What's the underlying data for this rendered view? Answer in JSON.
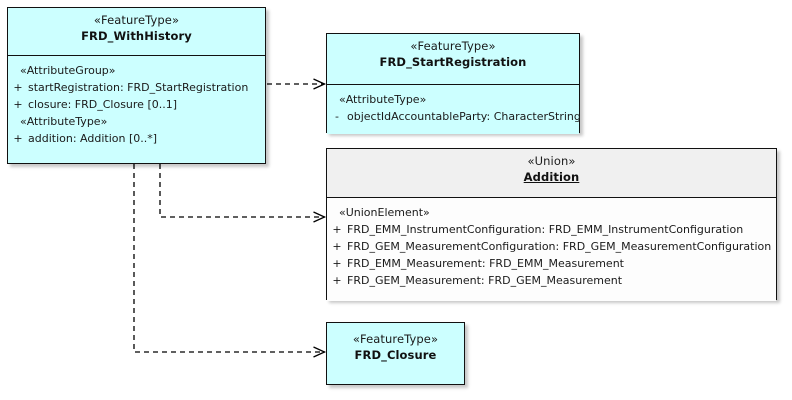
{
  "diagram": {
    "title": "FRD_WithHistory UML class diagram",
    "type": "uml-class-diagram",
    "background": "#ffffff",
    "colors": {
      "feature_type_fill": "#ccffff",
      "union_header_fill": "#f0f0f0",
      "union_body_fill": "#fdfdfd",
      "border": "#111111",
      "text": "#1a1a1a",
      "connector": "#000000"
    }
  },
  "classes": {
    "frd_with_history": {
      "stereotype": "«FeatureType»",
      "name": "FRD_WithHistory",
      "groups": [
        {
          "label": "«AttributeGroup»",
          "attributes": [
            {
              "visibility": "+",
              "text": "startRegistration: FRD_StartRegistration"
            },
            {
              "visibility": "+",
              "text": "closure: FRD_Closure [0..1]"
            }
          ]
        },
        {
          "label": "«AttributeType»",
          "attributes": [
            {
              "visibility": "+",
              "text": "addition: Addition [0..*]"
            }
          ]
        }
      ]
    },
    "frd_start_registration": {
      "stereotype": "«FeatureType»",
      "name": "FRD_StartRegistration",
      "groups": [
        {
          "label": "«AttributeType»",
          "attributes": [
            {
              "visibility": "-",
              "text": "objectIdAccountableParty: CharacterString"
            }
          ]
        }
      ]
    },
    "addition": {
      "stereotype": "«Union»",
      "name": "Addition",
      "groups": [
        {
          "label": "«UnionElement»",
          "attributes": [
            {
              "visibility": "+",
              "text": "FRD_EMM_InstrumentConfiguration: FRD_EMM_InstrumentConfiguration"
            },
            {
              "visibility": "+",
              "text": "FRD_GEM_MeasurementConfiguration: FRD_GEM_MeasurementConfiguration"
            },
            {
              "visibility": "+",
              "text": "FRD_EMM_Measurement: FRD_EMM_Measurement"
            },
            {
              "visibility": "+",
              "text": "FRD_GEM_Measurement: FRD_GEM_Measurement"
            }
          ]
        }
      ]
    },
    "frd_closure": {
      "stereotype": "«FeatureType»",
      "name": "FRD_Closure",
      "groups": []
    }
  },
  "connectors": [
    {
      "name": "with-history-to-start-registration",
      "style": "dashed",
      "arrow": "open",
      "from": "frd_with_history",
      "to": "frd_start_registration"
    },
    {
      "name": "with-history-to-addition",
      "style": "dashed",
      "arrow": "open",
      "from": "frd_with_history",
      "to": "addition"
    },
    {
      "name": "with-history-to-closure",
      "style": "dashed",
      "arrow": "open",
      "from": "frd_with_history",
      "to": "frd_closure"
    }
  ]
}
